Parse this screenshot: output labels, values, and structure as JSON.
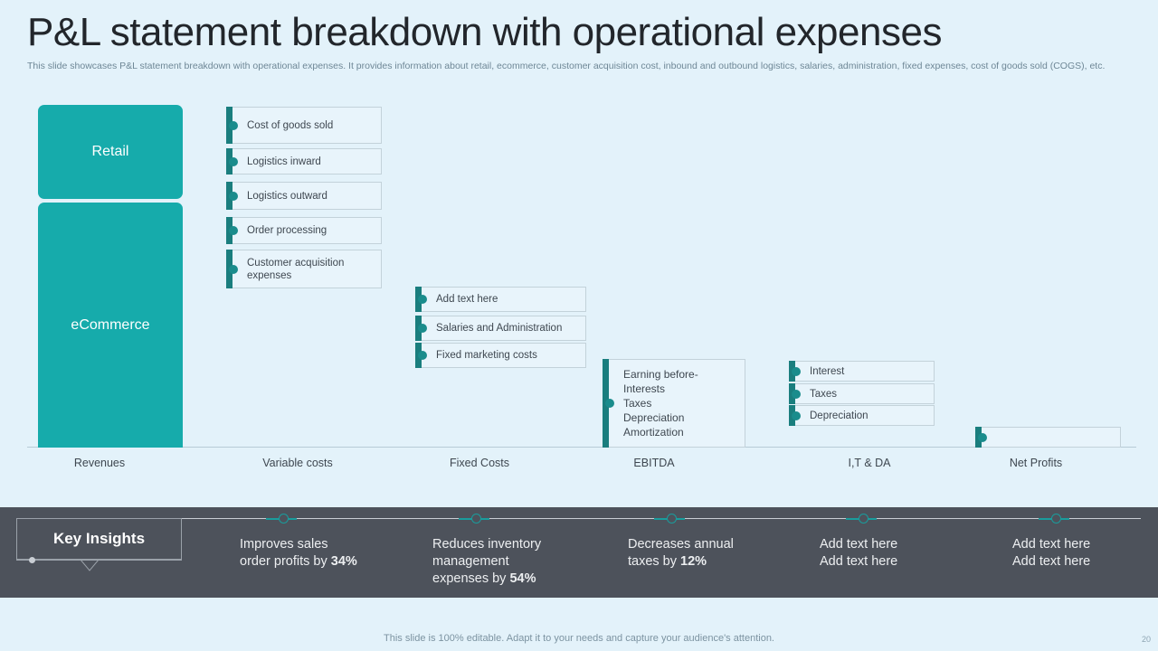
{
  "header": {
    "title": "P&L statement breakdown with operational expenses",
    "subtitle": "This slide showcases P&L statement breakdown with operational expenses. It provides information about retail, ecommerce, customer acquisition cost, inbound and outbound logistics, salaries, administration, fixed expenses, cost of goods sold (COGS), etc."
  },
  "colors": {
    "background": "#E3F2FA",
    "teal": "#16ABAB",
    "teal_dark": "#1A7E7E",
    "band": "#4D525B",
    "card_border": "#C3D2DA",
    "text": "#3E4750"
  },
  "chart_data": {
    "type": "bar",
    "title": "P&L statement breakdown with operational expenses",
    "categories": [
      "Revenues",
      "Variable costs",
      "Fixed Costs",
      "EBITDA",
      "I,T & DA",
      "Net Profits"
    ],
    "grid": false,
    "legend": "none"
  },
  "revenues": {
    "axis_label": "Revenues",
    "segments": [
      {
        "label": "Retail"
      },
      {
        "label": "eCommerce"
      }
    ]
  },
  "variable_costs": {
    "axis_label": "Variable costs",
    "items": [
      {
        "label": "Cost of goods sold"
      },
      {
        "label": "Logistics inward"
      },
      {
        "label": "Logistics outward"
      },
      {
        "label": "Order processing"
      },
      {
        "label": "Customer acquisition expenses"
      }
    ]
  },
  "fixed_costs": {
    "axis_label": "Fixed Costs",
    "items": [
      {
        "label": "Add text here"
      },
      {
        "label": "Salaries and Administration"
      },
      {
        "label": "Fixed marketing costs"
      }
    ]
  },
  "ebitda": {
    "axis_label": "EBITDA",
    "items": [
      {
        "label": "Earning before-\nInterests\nTaxes\nDepreciation\nAmortization"
      }
    ]
  },
  "itda": {
    "axis_label": "I,T & DA",
    "items": [
      {
        "label": "Interest"
      },
      {
        "label": "Taxes"
      },
      {
        "label": "Depreciation"
      }
    ]
  },
  "net_profits": {
    "axis_label": "Net Profits",
    "items": [
      {
        "label": ""
      }
    ]
  },
  "key_insights": {
    "heading": "Key Insights",
    "items": [
      {
        "line1": "Improves sales",
        "line2": "order profits by ",
        "value": "34%",
        "line3": ""
      },
      {
        "line1": "Reduces inventory",
        "line2": "management",
        "line3": "expenses by ",
        "value": "54%"
      },
      {
        "line1": "Decreases annual",
        "line2": "taxes by ",
        "value": "12%",
        "line3": ""
      },
      {
        "line1": "Add text here",
        "line2": "Add text here",
        "value": "",
        "line3": ""
      },
      {
        "line1": "Add text here",
        "line2": "Add text here",
        "value": "",
        "line3": ""
      }
    ]
  },
  "footer": {
    "note": "This slide is 100% editable. Adapt it to your needs and capture your audience's attention.",
    "page_number": "20"
  }
}
